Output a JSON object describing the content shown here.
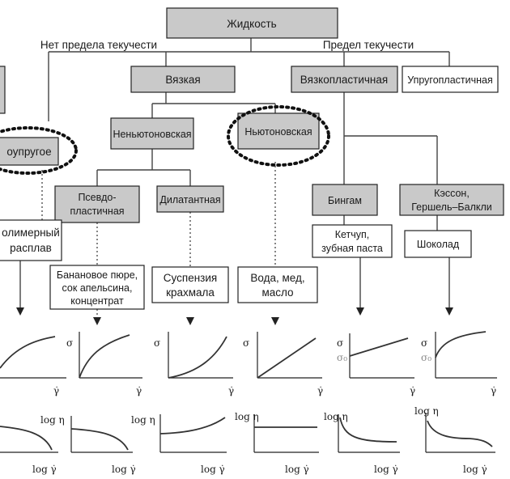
{
  "root": "Жидкость",
  "edges": {
    "no_yield": "Нет предела текучести",
    "yield": "Предел текучести"
  },
  "nodes": {
    "viscous": "Вязкая",
    "viscoplastic": "Вязкопластичная",
    "elastoplastic": "Упругопластичная",
    "elastic_partial": "оупругое",
    "nonnewtonian": "Неньютоновская",
    "newtonian": "Ньютоновская",
    "pseudoplastic": [
      "Псевдо-",
      "пластичная"
    ],
    "dilatant": "Дилатантная",
    "bingham": "Бингам",
    "casson": [
      "Кэссон,",
      "Гершель–Балкли"
    ]
  },
  "examples": {
    "polymer": [
      "олимерный",
      "расплав"
    ],
    "banana": [
      "Банановое пюре,",
      "сок апельсина,",
      "концентрат"
    ],
    "starch": [
      "Суспензия",
      "крахмала"
    ],
    "water": [
      "Вода, мед,",
      "масло"
    ],
    "ketchup": [
      "Кетчуп,",
      "зубная паста"
    ],
    "chocolate": "Шоколад"
  },
  "axes": {
    "sigma": "σ",
    "gamma_dot": "γ̇",
    "sigma_0": "σ₀",
    "log_eta": "log η",
    "log_gamma_dot": "log γ̇"
  }
}
